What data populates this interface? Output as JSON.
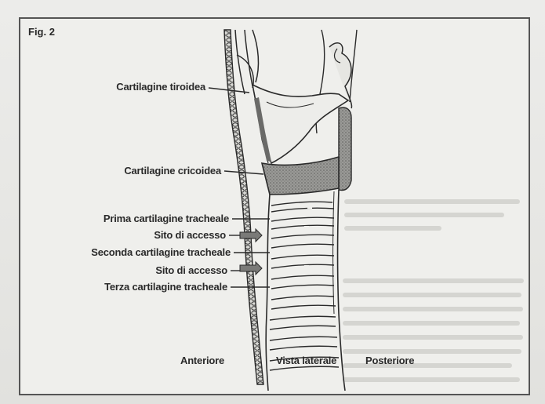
{
  "figure": {
    "number": "Fig. 2",
    "labels": {
      "thyroid": "Cartilagine tiroidea",
      "cricoid": "Cartilagine cricoidea",
      "first_tracheal": "Prima cartilagine tracheale",
      "access_site_1": "Sito di accesso",
      "second_tracheal": "Seconda cartilagine tracheale",
      "access_site_2": "Sito di accesso",
      "third_tracheal": "Terza cartilagine tracheale"
    },
    "bottom": {
      "anterior": "Anteriore",
      "view": "Vista laterale",
      "posterior": "Posteriore"
    }
  },
  "colors": {
    "ink": "#2a2a2a",
    "cartilage_shade": "#8a8a88",
    "paper": "#efefec"
  }
}
